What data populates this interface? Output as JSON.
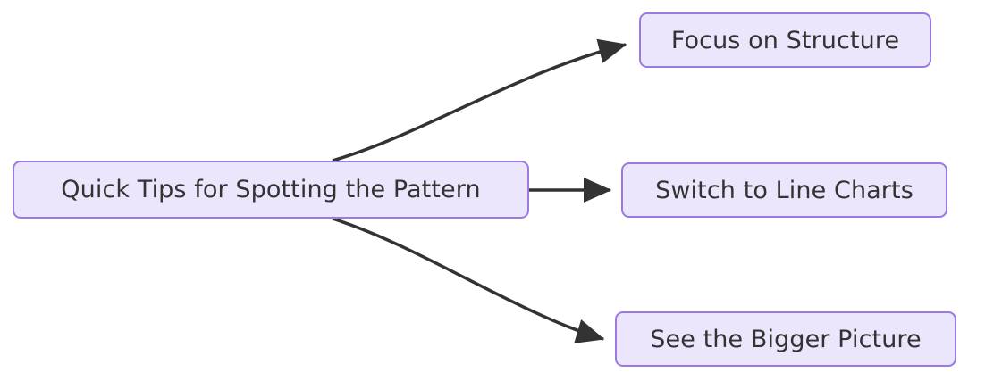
{
  "diagram": {
    "type": "flowchart",
    "direction": "left-to-right",
    "background_color": "#ffffff",
    "node_fill_color": "#ebe6fc",
    "node_border_color": "#9a7ae0",
    "node_text_color": "#333333",
    "edge_color": "#333333",
    "nodes": [
      {
        "id": "source",
        "label": "Quick Tips for Spotting the Pattern"
      },
      {
        "id": "focus",
        "label": "Focus on Structure"
      },
      {
        "id": "switch",
        "label": "Switch to Line Charts"
      },
      {
        "id": "bigger",
        "label": "See the Bigger Picture"
      }
    ],
    "edges": [
      {
        "from": "source",
        "to": "focus",
        "label": "",
        "style": "curved-arrow"
      },
      {
        "from": "source",
        "to": "switch",
        "label": "",
        "style": "straight-arrow"
      },
      {
        "from": "source",
        "to": "bigger",
        "label": "",
        "style": "curved-arrow"
      }
    ]
  }
}
